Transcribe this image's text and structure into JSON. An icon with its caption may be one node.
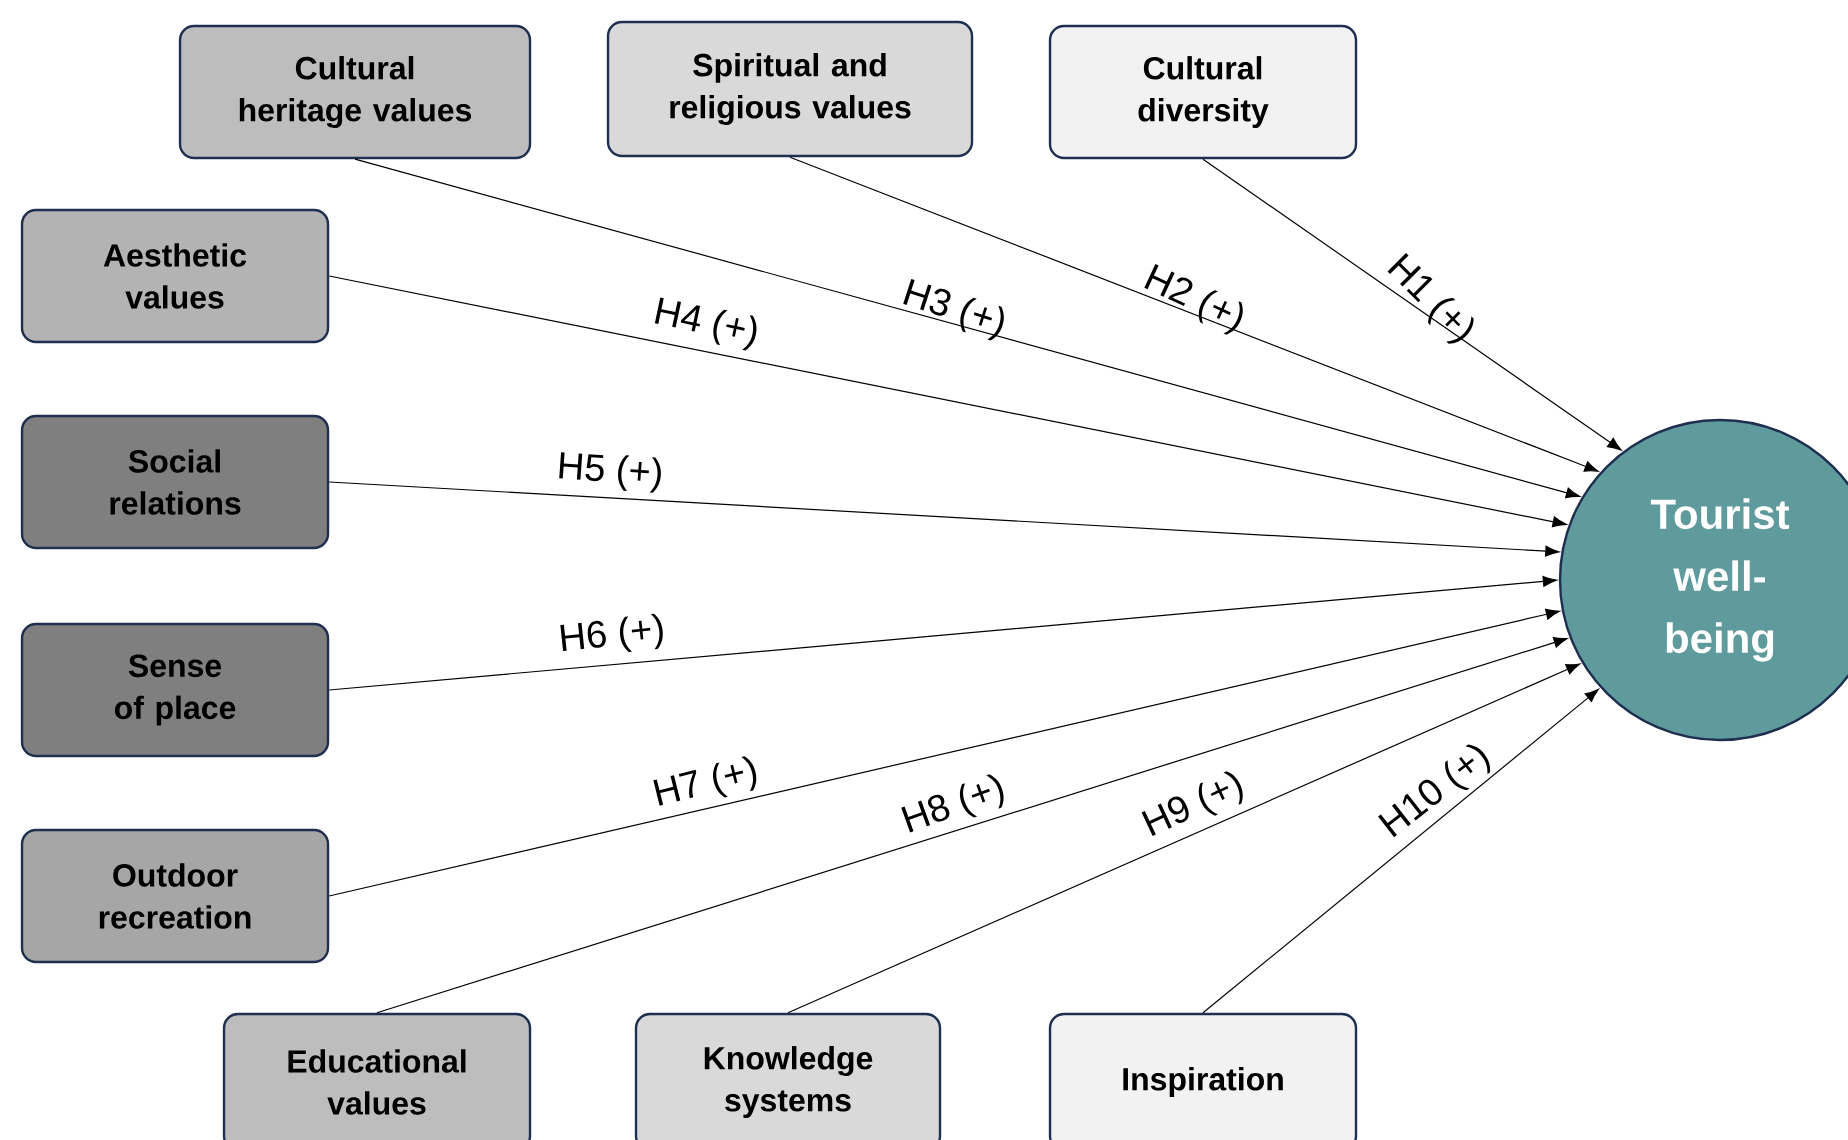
{
  "diagram": {
    "nodes": [
      {
        "text": [
          "Cultural heritage values"
        ]
      },
      {
        "text": [
          "Spiritual and religious values"
        ]
      },
      {
        "text": [
          "Cultural diversity"
        ]
      },
      {
        "text": [
          "Aesthetic values"
        ]
      },
      {
        "text": [
          "Social relations"
        ]
      },
      {
        "text": [
          "Sense of place"
        ]
      },
      {
        "text": [
          "Outdoor recreation"
        ]
      },
      {
        "text": [
          "Educational values"
        ]
      },
      {
        "text": [
          "Knowledge systems"
        ]
      },
      {
        "text": [
          "Inspiration"
        ]
      },
      {
        "text": [
          "Tourist well-being"
        ]
      }
    ],
    "edges": [
      {
        "from": 2,
        "to": 10,
        "arrow": "to",
        "label": "H1 (+)"
      },
      {
        "from": 1,
        "to": 10,
        "arrow": "to",
        "label": "H2 (+)"
      },
      {
        "from": 0,
        "to": 10,
        "arrow": "to",
        "label": "H3 (+)"
      },
      {
        "from": 3,
        "to": 10,
        "arrow": "to",
        "label": "H4 (+)"
      },
      {
        "from": 4,
        "to": 10,
        "arrow": "to",
        "label": "H5 (+)"
      },
      {
        "from": 5,
        "to": 10,
        "arrow": "to",
        "label": "H6 (+)"
      },
      {
        "from": 6,
        "to": 10,
        "arrow": "to",
        "label": "H7 (+)"
      },
      {
        "from": 7,
        "to": 10,
        "arrow": "to",
        "label": "H8 (+)"
      },
      {
        "from": 8,
        "to": 10,
        "arrow": "to",
        "label": "H9 (+)"
      },
      {
        "from": 9,
        "to": 10,
        "arrow": "to",
        "label": "H10 (+)"
      }
    ]
  }
}
